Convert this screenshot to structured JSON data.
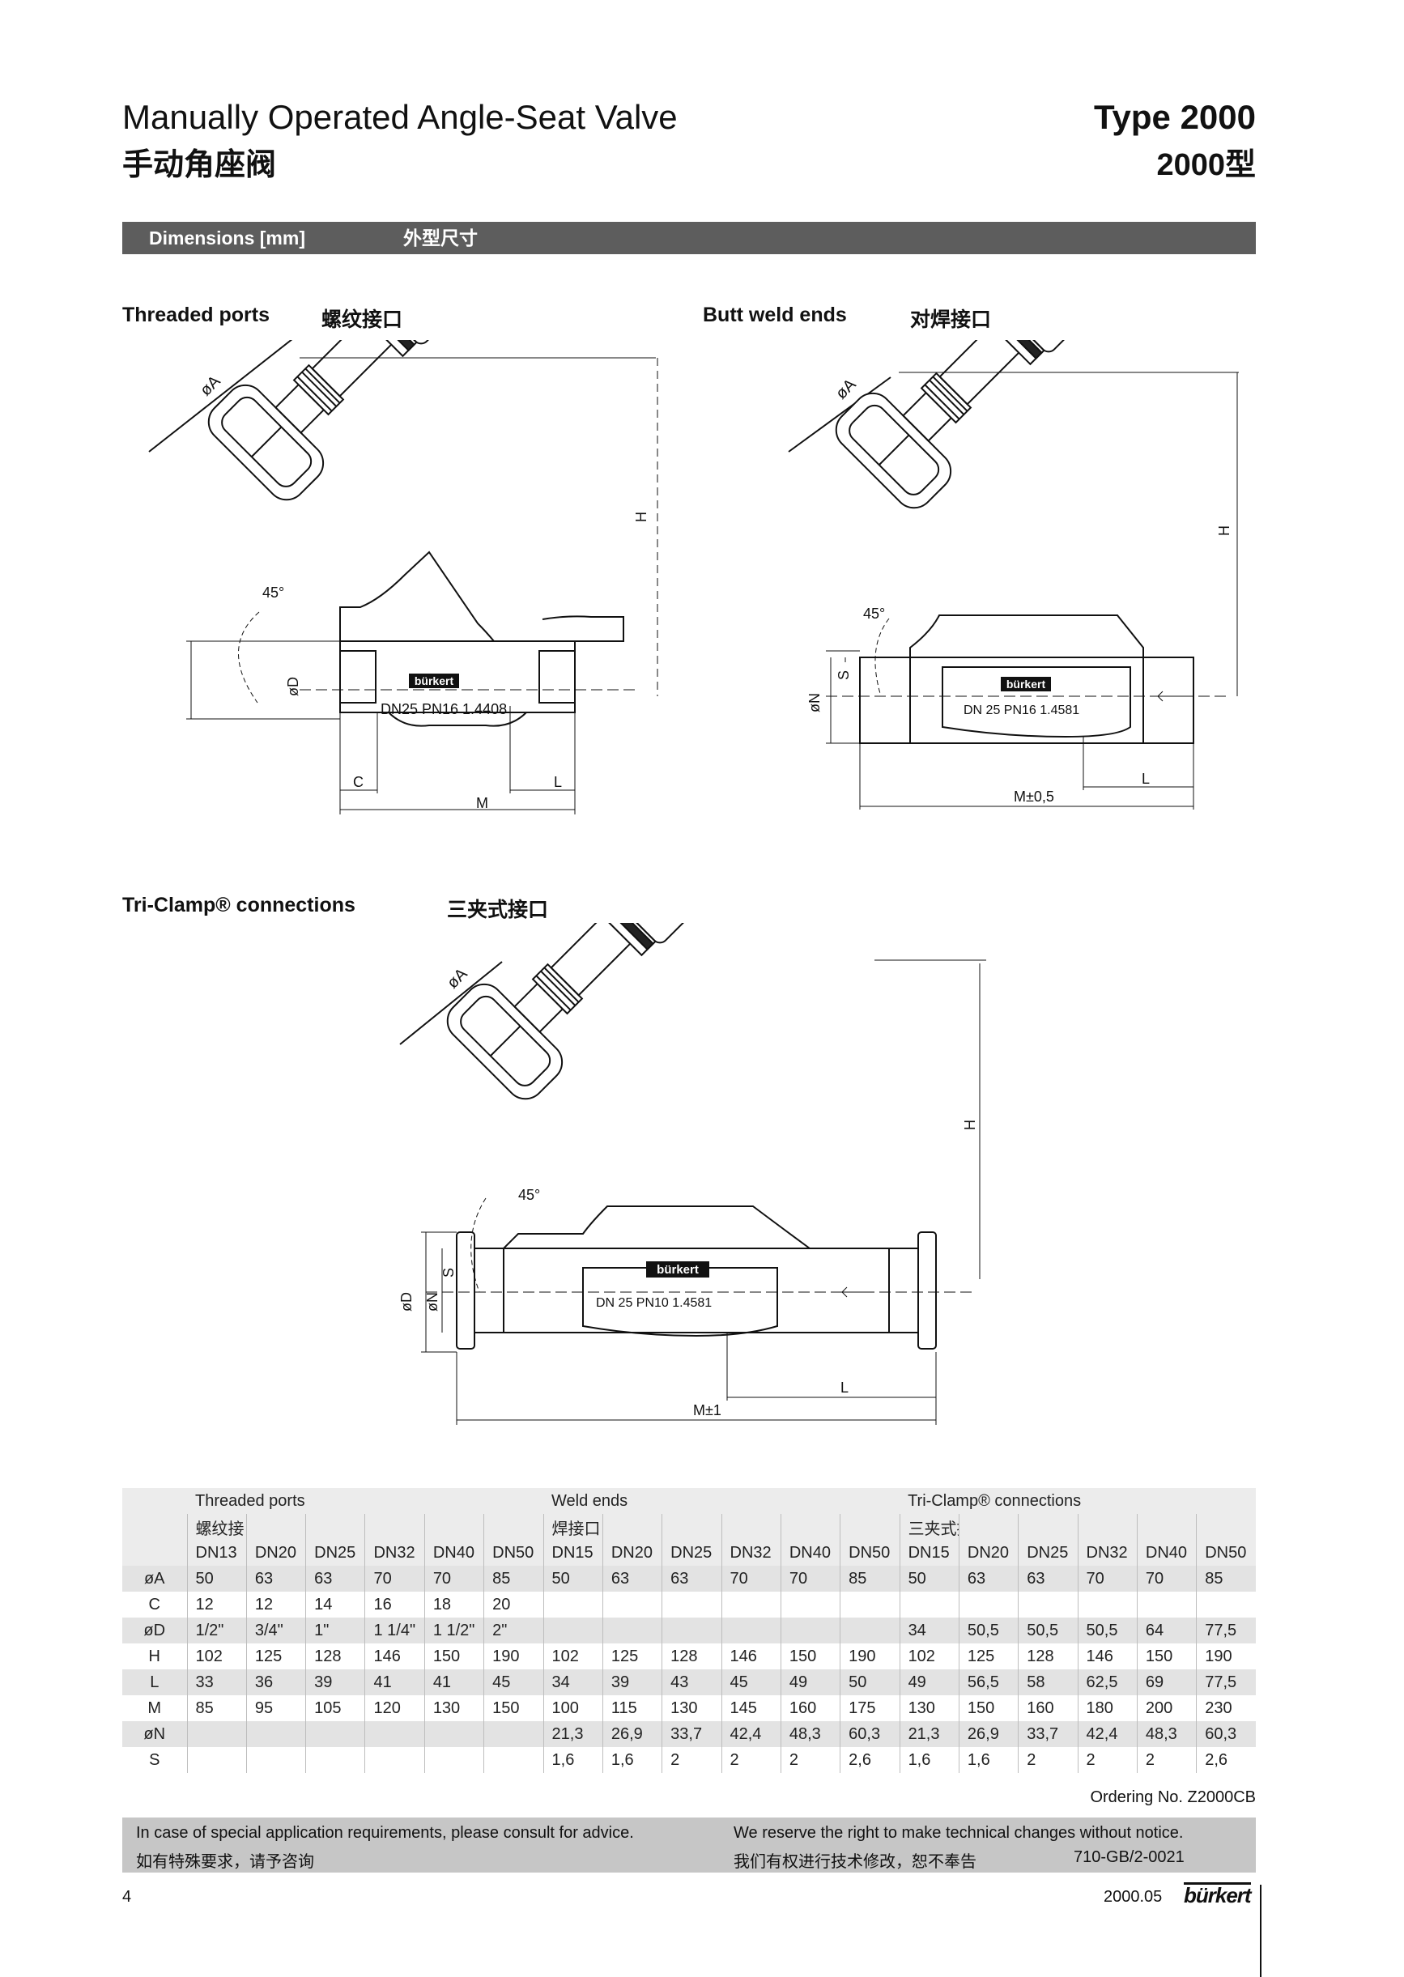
{
  "header": {
    "title_en": "Manually Operated Angle-Seat Valve",
    "title_cn": "手动角座阀",
    "type_en": "Type 2000",
    "type_cn": "2000型"
  },
  "section_bar": {
    "label_en": "Dimensions [mm]",
    "label_cn": "外型尺寸"
  },
  "drawings": {
    "threaded": {
      "title_en": "Threaded ports",
      "title_cn": "螺纹接口",
      "labels": {
        "a": "øA",
        "h": "H",
        "angle": "45°",
        "d": "øD",
        "c": "C",
        "m": "M",
        "l": "L",
        "brand": "bürkert",
        "marking": "DN25  PN16  1.4408"
      }
    },
    "butt": {
      "title_en": "Butt weld ends",
      "title_cn": "对焊接口",
      "labels": {
        "a": "øA",
        "h": "H",
        "angle": "45°",
        "n": "øN",
        "s": "S",
        "m": "M±0,5",
        "l": "L",
        "brand": "bürkert",
        "marking": "DN 25  PN16  1.4581"
      }
    },
    "triclamp": {
      "title_en": "Tri-Clamp® connections",
      "title_cn": "三夹式接口",
      "labels": {
        "a": "øA",
        "h": "H",
        "angle": "45°",
        "d": "øD",
        "n": "øN",
        "s": "S",
        "m": "M±1",
        "l": "L",
        "brand": "bürkert",
        "marking": "DN 25  PN10  1.4581"
      }
    }
  },
  "table": {
    "groups": [
      {
        "en": "Threaded ports",
        "cn": "螺纹接口"
      },
      {
        "en": "Weld ends",
        "cn": "焊接口"
      },
      {
        "en": "Tri-Clamp® connections",
        "cn": "三夹式接口"
      }
    ],
    "columns": [
      "DN13",
      "DN20",
      "DN25",
      "DN32",
      "DN40",
      "DN50",
      "DN15",
      "DN20",
      "DN25",
      "DN32",
      "DN40",
      "DN50",
      "DN15",
      "DN20",
      "DN25",
      "DN32",
      "DN40",
      "DN50"
    ],
    "rows": [
      {
        "label": "øA",
        "values": [
          "50",
          "63",
          "63",
          "70",
          "70",
          "85",
          "50",
          "63",
          "63",
          "70",
          "70",
          "85",
          "50",
          "63",
          "63",
          "70",
          "70",
          "85"
        ]
      },
      {
        "label": "C",
        "values": [
          "12",
          "12",
          "14",
          "16",
          "18",
          "20",
          "",
          "",
          "",
          "",
          "",
          "",
          "",
          "",
          "",
          "",
          "",
          ""
        ]
      },
      {
        "label": "øD",
        "values": [
          "1/2\"",
          "3/4\"",
          "1\"",
          "1 1/4\"",
          "1 1/2\"",
          "2\"",
          "",
          "",
          "",
          "",
          "",
          "",
          "34",
          "50,5",
          "50,5",
          "50,5",
          "64",
          "77,5"
        ]
      },
      {
        "label": "H",
        "values": [
          "102",
          "125",
          "128",
          "146",
          "150",
          "190",
          "102",
          "125",
          "128",
          "146",
          "150",
          "190",
          "102",
          "125",
          "128",
          "146",
          "150",
          "190"
        ]
      },
      {
        "label": "L",
        "values": [
          "33",
          "36",
          "39",
          "41",
          "41",
          "45",
          "34",
          "39",
          "43",
          "45",
          "49",
          "50",
          "49",
          "56,5",
          "58",
          "62,5",
          "69",
          "77,5"
        ]
      },
      {
        "label": "M",
        "values": [
          "85",
          "95",
          "105",
          "120",
          "130",
          "150",
          "100",
          "115",
          "130",
          "145",
          "160",
          "175",
          "130",
          "150",
          "160",
          "180",
          "200",
          "230"
        ]
      },
      {
        "label": "øN",
        "values": [
          "",
          "",
          "",
          "",
          "",
          "",
          "21,3",
          "26,9",
          "33,7",
          "42,4",
          "48,3",
          "60,3",
          "21,3",
          "26,9",
          "33,7",
          "42,4",
          "48,3",
          "60,3"
        ]
      },
      {
        "label": "S",
        "values": [
          "",
          "",
          "",
          "",
          "",
          "",
          "1,6",
          "1,6",
          "2",
          "2",
          "2",
          "2,6",
          "1,6",
          "1,6",
          "2",
          "2",
          "2",
          "2,6"
        ]
      }
    ]
  },
  "ordering": "Ordering No. Z2000CB",
  "footer": {
    "left_en": "In case of special application requirements, please consult for advice.",
    "left_cn": "如有特殊要求，请予咨询",
    "right_en": "We reserve the right to make technical changes without notice.",
    "right_cn": "我们有权进行技术修改，恕不奉告",
    "doc_code": "710-GB/2-0021"
  },
  "page_number": "4",
  "date": "2000.05",
  "logo_text": "bürkert"
}
